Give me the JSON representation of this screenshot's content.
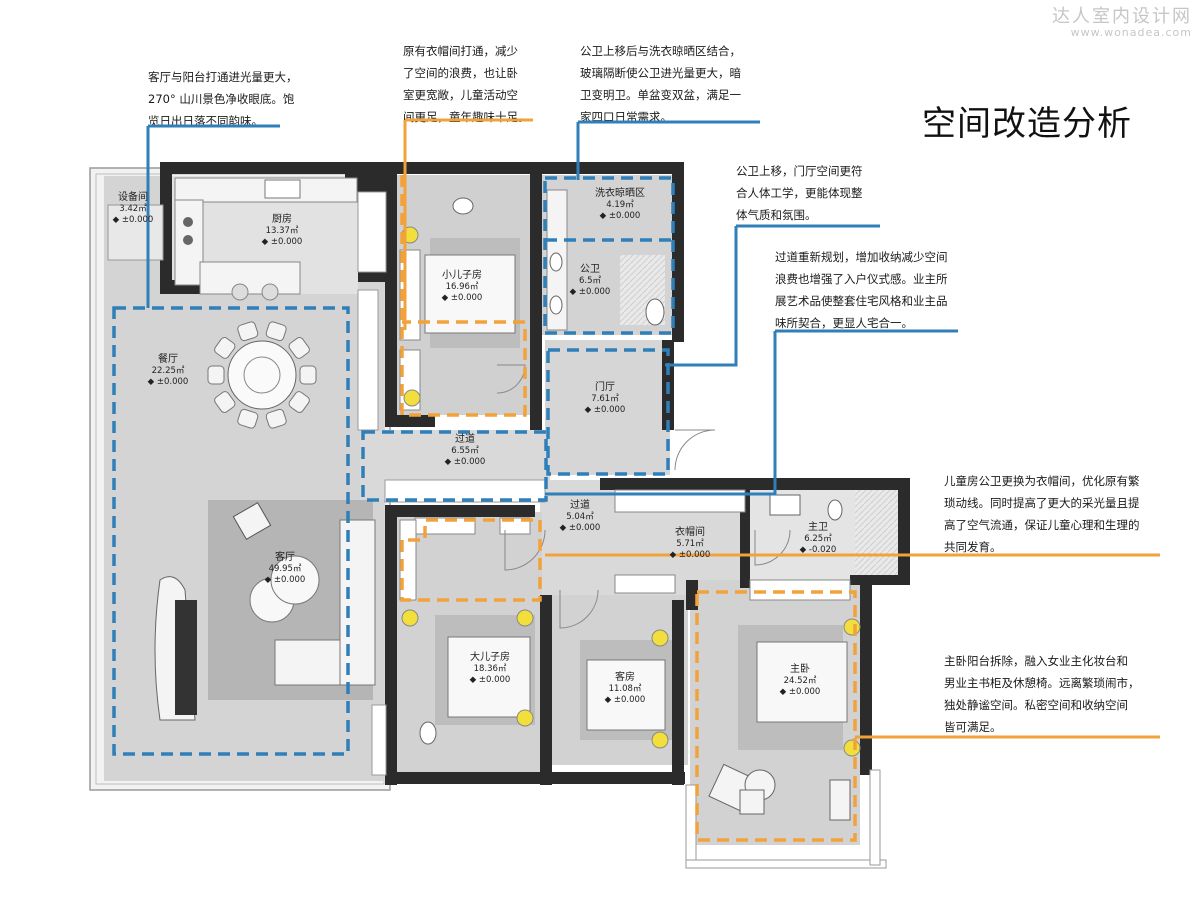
{
  "watermark": {
    "line1": "达人室内设计网",
    "line2": "www.wonadea.com"
  },
  "title": "空间改造分析",
  "notes": [
    {
      "id": "living-balcony",
      "text": "客厅与阳台打通进光量更大，\n270° 山川景色净收眼底。饱\n览日出日落不同韵味。"
    },
    {
      "id": "cloakroom",
      "text": "原有衣帽间打通，减少\n了空间的浪费，也让卧\n室更宽敞，儿童活动空\n间更足，童年趣味十足。"
    },
    {
      "id": "public-bath",
      "text": "公卫上移后与洗衣晾晒区结合，\n玻璃隔断使公卫进光量更大，暗\n卫变明卫。单盆变双盆，满足一\n家四口日常需求。"
    },
    {
      "id": "foyer",
      "text": "公卫上移，门厅空间更符\n合人体工学，更能体现整\n体气质和氛围。"
    },
    {
      "id": "corridor",
      "text": "过道重新规划，增加收纳减少空间\n浪费也增强了入户仪式感。业主所\n展艺术品使整套住宅风格和业主品\n味所契合，更显人宅合一。"
    },
    {
      "id": "kids-bath",
      "text": "儿童房公卫更换为衣帽间，优化原有繁\n琐动线。同时提高了更大的采光量且提\n高了空气流通，保证儿童心理和生理的\n共同发育。"
    },
    {
      "id": "master",
      "text": "主卧阳台拆除，融入女业主化妆台和\n男业主书柜及休憩椅。远离繁琐闹市，\n独处静谧空间。私密空间和收纳空间\n皆可满足。"
    }
  ],
  "rooms": [
    {
      "id": "equipment",
      "name": "设备间",
      "area": "3.42㎡",
      "level": "±0.000"
    },
    {
      "id": "kitchen",
      "name": "厨房",
      "area": "13.37㎡",
      "level": "±0.000"
    },
    {
      "id": "small-kid",
      "name": "小儿子房",
      "area": "16.96㎡",
      "level": "±0.000"
    },
    {
      "id": "laundry",
      "name": "洗衣晾晒区",
      "area": "4.19㎡",
      "level": "±0.000"
    },
    {
      "id": "public-bath",
      "name": "公卫",
      "area": "6.5㎡",
      "level": "±0.000"
    },
    {
      "id": "dining",
      "name": "餐厅",
      "area": "22.25㎡",
      "level": "±0.000"
    },
    {
      "id": "foyer",
      "name": "门厅",
      "area": "7.61㎡",
      "level": "±0.000"
    },
    {
      "id": "corridor",
      "name": "过道",
      "area": "6.55㎡",
      "level": "±0.000"
    },
    {
      "id": "passage",
      "name": "过道",
      "area": "5.04㎡",
      "level": "±0.000"
    },
    {
      "id": "cloak",
      "name": "衣帽间",
      "area": "5.71㎡",
      "level": "±0.000"
    },
    {
      "id": "master-bath",
      "name": "主卫",
      "area": "6.25㎡",
      "level": "-0.020"
    },
    {
      "id": "living",
      "name": "客厅",
      "area": "49.95㎡",
      "level": "±0.000"
    },
    {
      "id": "big-kid",
      "name": "大儿子房",
      "area": "18.36㎡",
      "level": "±0.000"
    },
    {
      "id": "guest",
      "name": "客房",
      "area": "11.08㎡",
      "level": "±0.000"
    },
    {
      "id": "master",
      "name": "主卧",
      "area": "24.52㎡",
      "level": "±0.000"
    }
  ],
  "colors": {
    "blue": "#2f7fb8",
    "orange": "#f2a23a",
    "wall": "#2b2b2b",
    "floor": "#cfcfcf",
    "floor_dark": "#b5b5b5",
    "furniture": "#f4f4f4",
    "lamp": "#f3df3b"
  }
}
